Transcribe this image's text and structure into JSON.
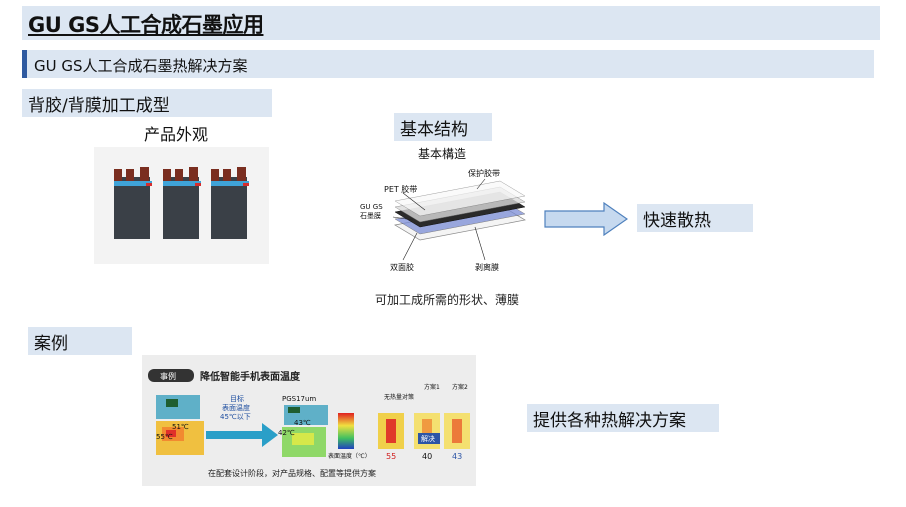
{
  "title": "GU GS人工合成石墨应用",
  "subtitle": "GU GS人工合成石墨热解决方案",
  "sections": {
    "backing_label": "背胶/背膜加工成型",
    "product_label": "产品外观",
    "structure_label": "基本结构",
    "structure_sub": "基本構造",
    "diagram_labels": {
      "pet_tape": "PET 胶带",
      "protect_tape": "保护胶带",
      "graphite_line1": "GU GS",
      "graphite_line2": "石墨膜",
      "double_tape": "双面胶",
      "release_film": "剥离膜"
    },
    "shape_caption": "可加工成所需的形状、薄膜",
    "cooling_label": "快速散热",
    "case_label": "案例",
    "solutions_label": "提供各种热解决方案"
  },
  "case_panel": {
    "tag": "事例",
    "title": "降低智能手机表面温度",
    "target_line1": "目标",
    "target_line2": "表面温度",
    "target_line3": "45℃以下",
    "pgs_label": "PGS17um",
    "temp_51": "51℃",
    "temp_55": "55℃",
    "temp_43": "43℃",
    "temp_42": "42℃",
    "col_none": "无热量对策",
    "col_plan1": "方案1",
    "col_plan2": "方案2",
    "row_label": "表面温度（℃）",
    "val_none": "55",
    "val_plan1": "40",
    "val_plan2": "43",
    "solve_tag": "解决",
    "footer": "在配套设计阶段，对产品规格、配置等提供方案"
  },
  "colors": {
    "label_bg": "#dce6f2",
    "accent": "#2f5aa0",
    "arrow_fill": "#c6d9ef",
    "arrow_stroke": "#4f81bd"
  }
}
